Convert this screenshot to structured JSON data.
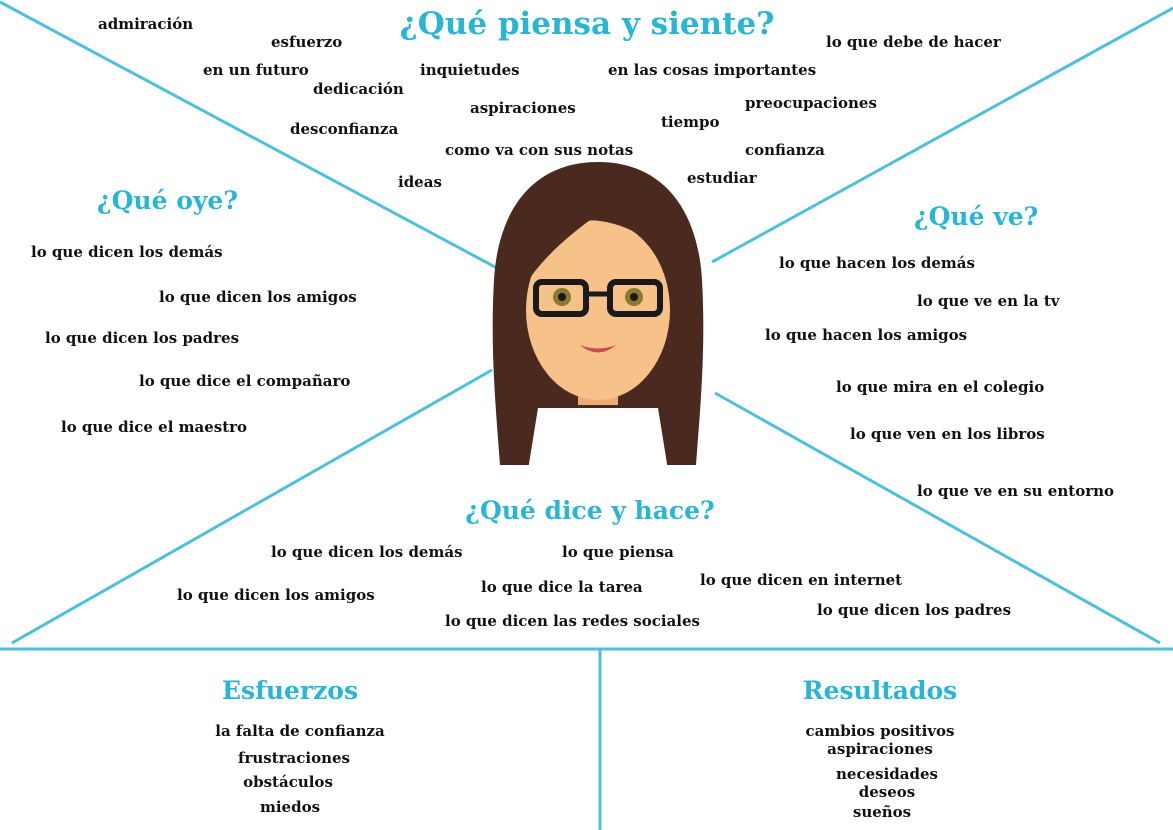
{
  "colors": {
    "accent": "#4ec0dc",
    "title": "#29b6d6",
    "text": "#111111",
    "hair": "#4a2a1f",
    "skin": "#f7c28a"
  },
  "sections": {
    "thinks_feels": {
      "title": "¿Qué piensa y siente?",
      "items": [
        "admiración",
        "esfuerzo",
        "lo que debe de hacer",
        "en un futuro",
        "inquietudes",
        "en las cosas importantes",
        "dedicación",
        "aspiraciones",
        "preocupaciones",
        "tiempo",
        "desconfianza",
        "como va con sus notas",
        "confianza",
        "ideas",
        "estudiar"
      ]
    },
    "hears": {
      "title": "¿Qué oye?",
      "items": [
        "lo que dicen los demás",
        "lo que dicen los amigos",
        "lo que dicen los padres",
        "lo que dice el compañaro",
        "lo que dice el maestro"
      ]
    },
    "sees": {
      "title": "¿Qué ve?",
      "items": [
        "lo que hacen los demás",
        "lo que ve en la tv",
        "lo que hacen los amigos",
        "lo que mira en el colegio",
        "lo que ven en los libros",
        "lo que ve en su entorno"
      ]
    },
    "says_does": {
      "title": "¿Qué dice y hace?",
      "items": [
        "lo que dicen los demás",
        "lo que piensa",
        "lo que dice la tarea",
        "lo que dicen en internet",
        "lo que dicen los amigos",
        "lo que dicen los padres",
        "lo que dicen las redes sociales"
      ]
    },
    "efforts": {
      "title": "Esfuerzos",
      "items": [
        "la falta de confianza",
        "frustraciones",
        "obstáculos",
        "miedos"
      ]
    },
    "results": {
      "title": "Resultados",
      "items": [
        "cambios positivos",
        "aspiraciones",
        "necesidades",
        "deseos",
        "sueños"
      ]
    }
  },
  "avatar": {
    "icon": "girl-with-glasses-icon"
  }
}
